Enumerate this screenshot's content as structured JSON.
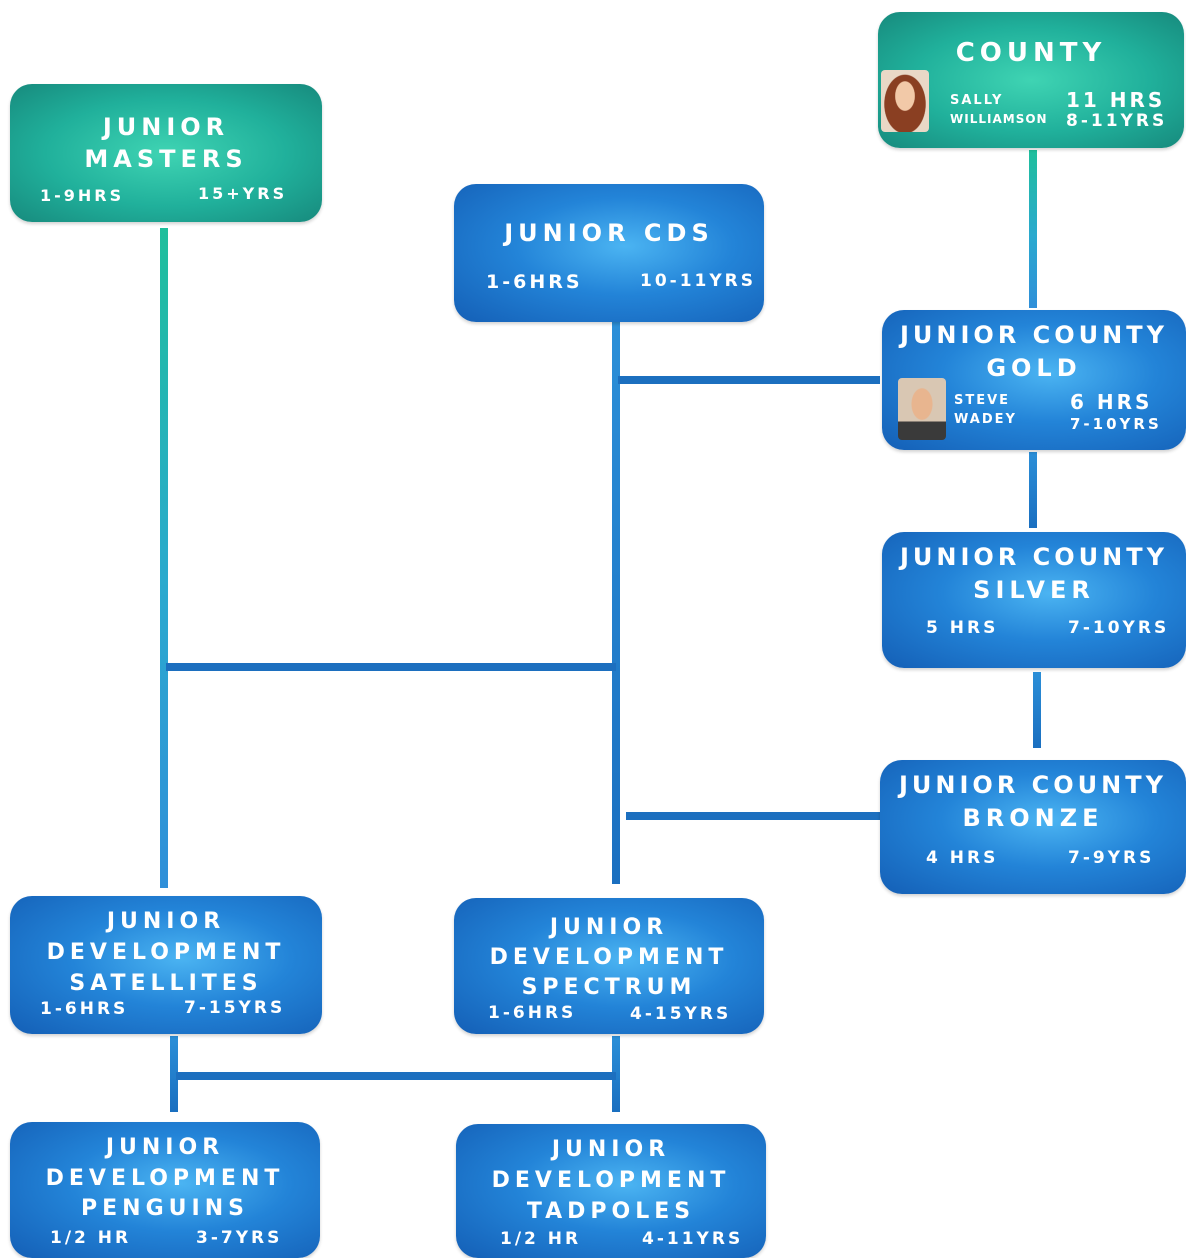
{
  "boxes": {
    "county": {
      "title": "COUNTY",
      "coach_first": "SALLY",
      "coach_last": "WILLIAMSON",
      "hours": "11 HRS",
      "ages": "8-11YRS"
    },
    "junior_masters": {
      "title_1": "JUNIOR",
      "title_2": "MASTERS",
      "hours": "1-9HRS",
      "ages": "15+YRS"
    },
    "junior_cds": {
      "title": "JUNIOR CDS",
      "hours": "1-6HRS",
      "ages": "10-11YRS"
    },
    "junior_county_gold": {
      "title_1": "JUNIOR COUNTY",
      "title_2": "GOLD",
      "coach_first": "STEVE",
      "coach_last": "WADEY",
      "hours": "6 HRS",
      "ages": "7-10YRS"
    },
    "junior_county_silver": {
      "title_1": "JUNIOR COUNTY",
      "title_2": "SILVER",
      "hours": "5 HRS",
      "ages": "7-10YRS"
    },
    "junior_county_bronze": {
      "title_1": "JUNIOR COUNTY",
      "title_2": "BRONZE",
      "hours": "4 HRS",
      "ages": "7-9YRS"
    },
    "satellites": {
      "title_1": "JUNIOR",
      "title_2": "DEVELOPMENT",
      "title_3": "SATELLITES",
      "hours": "1-6HRS",
      "ages": "7-15YRS"
    },
    "spectrum": {
      "title_1": "JUNIOR",
      "title_2": "DEVELOPMENT",
      "title_3": "SPECTRUM",
      "hours": "1-6HRS",
      "ages": "4-15YRS"
    },
    "penguins": {
      "title_1": "JUNIOR",
      "title_2": "DEVELOPMENT",
      "title_3": "PENGUINS",
      "hours": "1/2 HR",
      "ages": "3-7YRS"
    },
    "tadpoles": {
      "title_1": "JUNIOR",
      "title_2": "DEVELOPMENT",
      "title_3": "TADPOLES",
      "hours": "1/2 HR",
      "ages": "4-11YRS"
    }
  },
  "colors": {
    "blue": "#1f7fd4",
    "teal": "#20b09b",
    "line": "#1c6fbf"
  }
}
